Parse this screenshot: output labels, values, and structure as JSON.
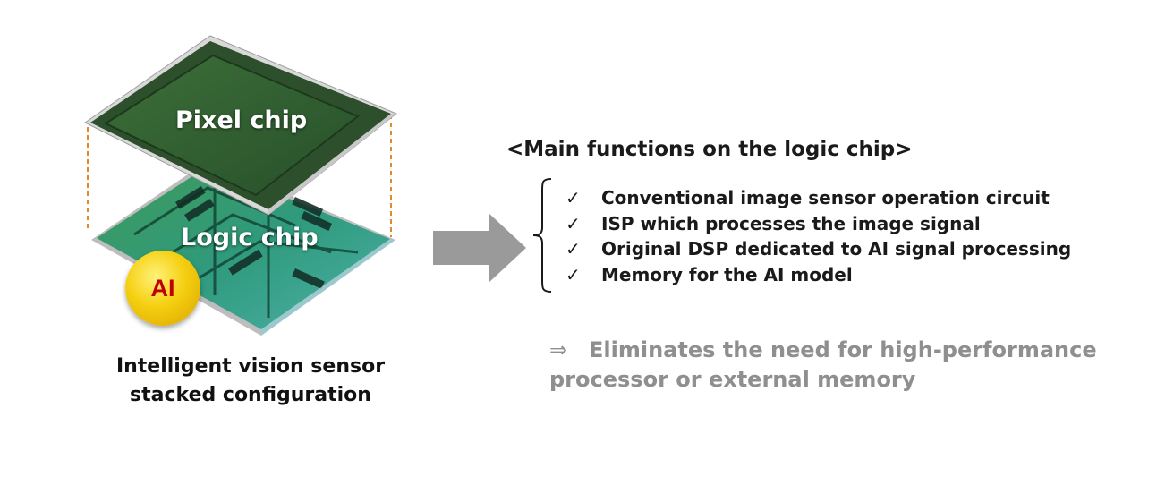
{
  "figure": {
    "pixel_chip_label": "Pixel chip",
    "logic_chip_label": "Logic chip",
    "ai_badge": "AI",
    "caption_line1": "Intelligent vision sensor",
    "caption_line2": "stacked configuration"
  },
  "main_functions": {
    "heading": "<Main functions on the logic chip>",
    "check_symbol": "✓",
    "items": [
      "Conventional image sensor operation circuit",
      "ISP which processes the image signal",
      "Original DSP dedicated to AI signal processing",
      "Memory for the AI model"
    ]
  },
  "conclusion": {
    "symbol": "⇒",
    "line1": "Eliminates the need for high-performance",
    "line2": "processor or external memory"
  },
  "colors": {
    "pixel_chip": "#2f5d2e",
    "logic_chip": "#3aa17a",
    "ai_badge": "#f5cf10",
    "ai_text": "#c00000",
    "arrow": "#9a9a9a",
    "conclusion_text": "#8f8f8f",
    "guide_lines": "#e08a2a"
  }
}
